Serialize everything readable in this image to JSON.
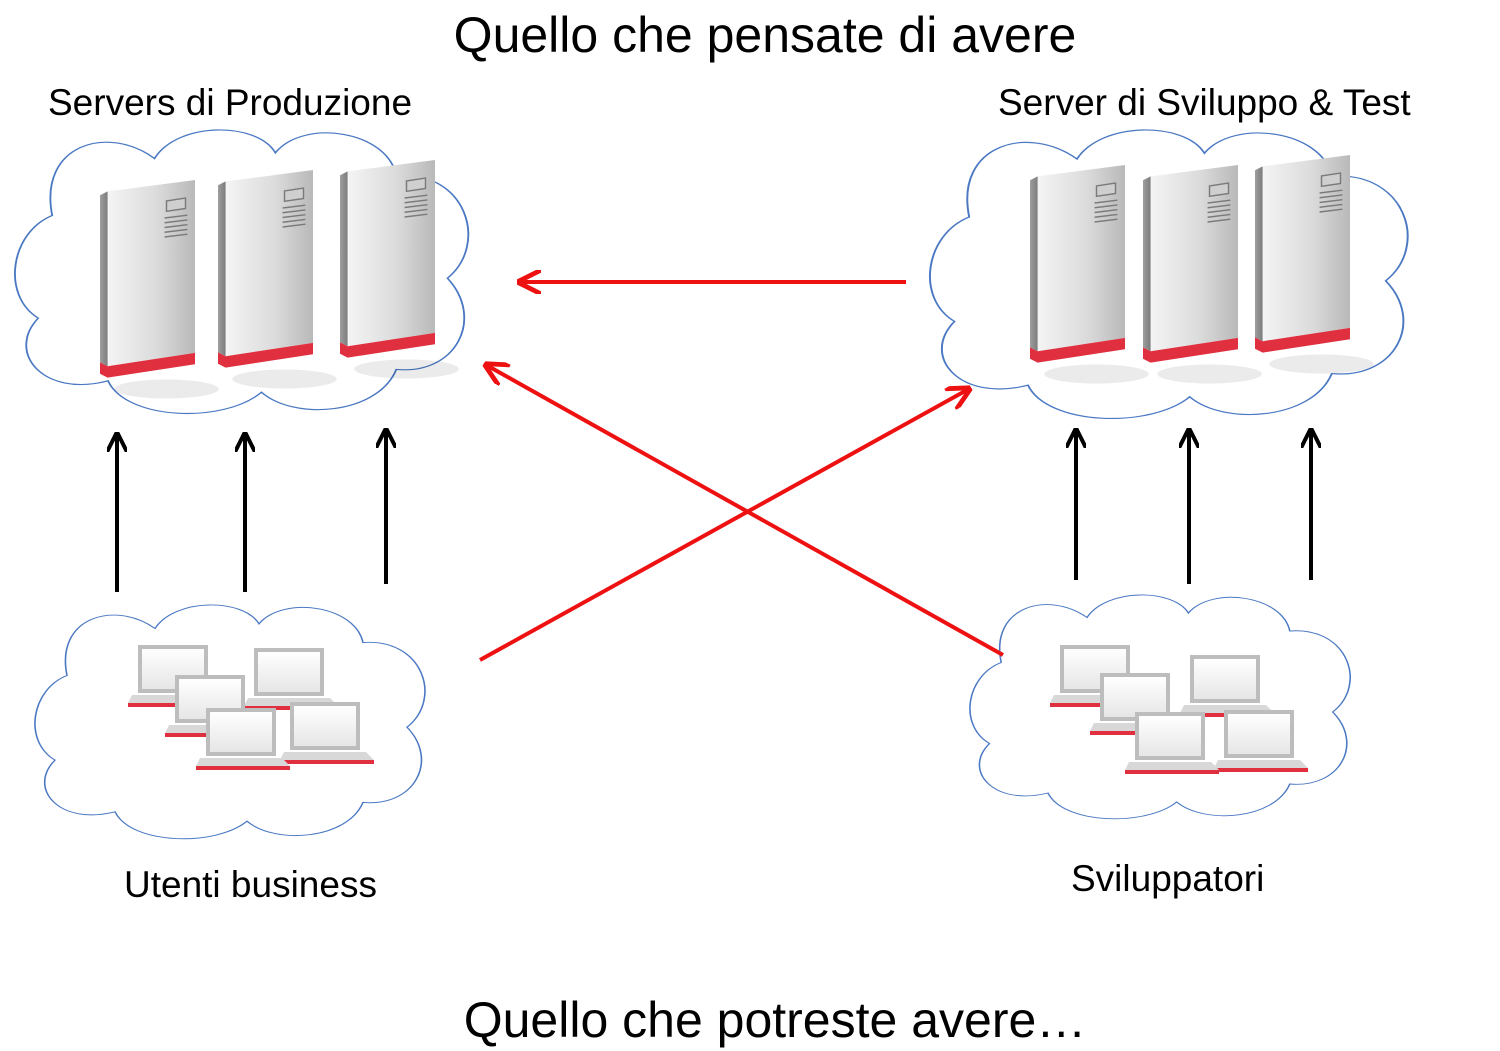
{
  "title_top": "Quello che pensate di avere",
  "title_bottom": "Quello che potreste avere…",
  "labels": {
    "production_servers": "Servers di Produzione",
    "dev_test_servers": "Server di Sviluppo & Test",
    "business_users": "Utenti business",
    "developers": "Sviluppatori"
  },
  "colors": {
    "cloud_stroke": "#4a78c2",
    "red_arrow": "#ee1111",
    "black_arrow": "#000000",
    "server_base": "#e03040"
  },
  "icons": [
    "cloud-icon",
    "server-icon",
    "laptop-icon",
    "arrow-icon"
  ]
}
